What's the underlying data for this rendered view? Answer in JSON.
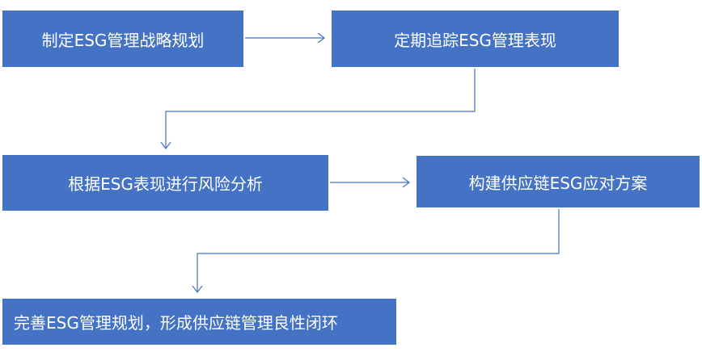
{
  "steps": [
    {
      "label": "制定ESG管理战略规划"
    },
    {
      "label": "定期追踪ESG管理表现"
    },
    {
      "label": "根据ESG表现进行风险分析"
    },
    {
      "label": "构建供应链ESG应对方案"
    },
    {
      "label": "完善ESG管理规划，形成供应链管理良性闭环"
    }
  ],
  "colors": {
    "box_fill": "#4472c4",
    "box_text": "#ffffff",
    "connector": "#4472c4"
  }
}
